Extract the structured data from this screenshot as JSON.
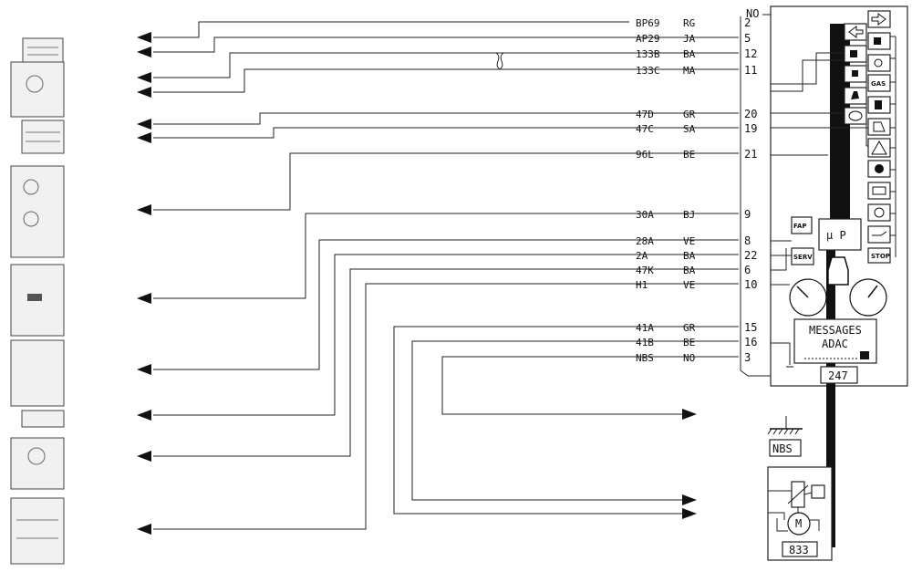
{
  "connector": {
    "color_code": "NO"
  },
  "wires": [
    {
      "code": "BP69",
      "color": "RG",
      "pin": "2"
    },
    {
      "code": "AP29",
      "color": "JA",
      "pin": "5"
    },
    {
      "code": "133B",
      "color": "BA",
      "pin": "12"
    },
    {
      "code": "133C",
      "color": "MA",
      "pin": "11"
    },
    {
      "code": "47D",
      "color": "GR",
      "pin": "20"
    },
    {
      "code": "47C",
      "color": "SA",
      "pin": "19"
    },
    {
      "code": "96L",
      "color": "BE",
      "pin": "21"
    },
    {
      "code": "30A",
      "color": "BJ",
      "pin": "9"
    },
    {
      "code": "28A",
      "color": "VE",
      "pin": "8"
    },
    {
      "code": "2A",
      "color": "BA",
      "pin": "22"
    },
    {
      "code": "47K",
      "color": "BA",
      "pin": "6"
    },
    {
      "code": "H1",
      "color": "VE",
      "pin": "10"
    },
    {
      "code": "41A",
      "color": "GR",
      "pin": "15"
    },
    {
      "code": "41B",
      "color": "BE",
      "pin": "16"
    },
    {
      "code": "NBS",
      "color": "NO",
      "pin": "3"
    }
  ],
  "module": {
    "id": "247",
    "cpu_label": "μ P",
    "fap_label": "FAP",
    "serv_label": "SERV",
    "stop_label": "STOP",
    "gas_label": "GAS",
    "display_line1": "MESSAGES",
    "display_line2": "ADAC"
  },
  "ground": {
    "label": "NBS"
  },
  "motor": {
    "id": "833",
    "motor_label": "M"
  },
  "icons": [
    "arrow-left-icon",
    "arrow-right-icon",
    "lamp-icon",
    "fog-lamp-icon",
    "rear-fog-icon",
    "gas-icon",
    "seat-icon",
    "fuel-icon",
    "steering-icon",
    "door-icon",
    "warning-icon",
    "brake-icon",
    "battery-icon",
    "power-icon",
    "oil-icon"
  ]
}
